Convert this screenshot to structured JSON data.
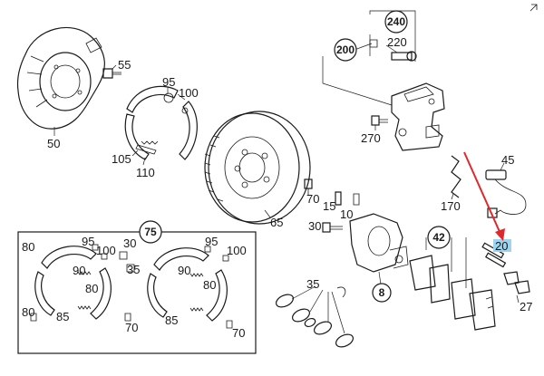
{
  "labels": {
    "p55": "55",
    "p50": "50",
    "p95a": "95",
    "p100a": "100",
    "p105": "105",
    "p110": "110",
    "p240": "240",
    "p200": "200",
    "p220": "220",
    "p270": "270",
    "p45": "45",
    "p170": "170",
    "p65": "65",
    "p70a": "70",
    "p15": "15",
    "p10": "10",
    "p30a": "30",
    "p8": "8",
    "p42": "42",
    "p20": "20",
    "p27": "27",
    "p35": "35",
    "p75": "75",
    "p80a": "80",
    "p95b": "95",
    "p100b": "100",
    "p30b": "30",
    "p90a": "90",
    "p35b": "35",
    "p80b": "80",
    "p85a": "85",
    "p70b": "70",
    "p95c": "95",
    "p100c": "100",
    "p90b": "90",
    "p80c": "80",
    "p85b": "85",
    "p70c": "70",
    "p80d": "80"
  },
  "colors": {
    "highlight": "#9fd3ee",
    "arrow": "#e0272a",
    "ink": "#1a1a1a"
  },
  "icons": {
    "corner": "expand-icon"
  }
}
